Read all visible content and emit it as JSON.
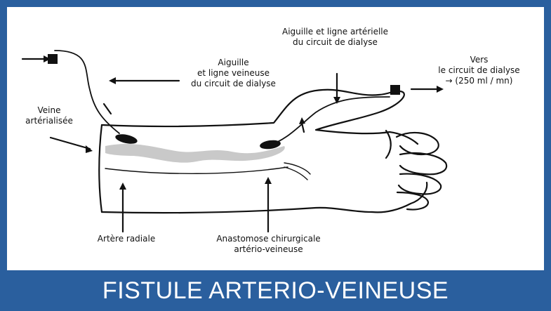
{
  "diagram": {
    "labels": {
      "needle_arterial": "Aiguille et ligne artérielle\ndu circuit de dialyse",
      "needle_venous": "Aiguille\net ligne veineuse\ndu circuit de dialyse",
      "to_circuit": "Vers\nle circuit de dialyse\n→ (250 ml / mn)",
      "arterialized_vein": "Veine\nartérialisée",
      "radial_artery": "Artère radiale",
      "anastomosis": "Anastomose chirurgicale\nartério-veineuse"
    }
  },
  "caption": "FISTULE ARTERIO-VEINEUSE",
  "colors": {
    "band": "#2a5f9e",
    "ink": "#111111",
    "vein_fill": "#c9c9c9"
  }
}
